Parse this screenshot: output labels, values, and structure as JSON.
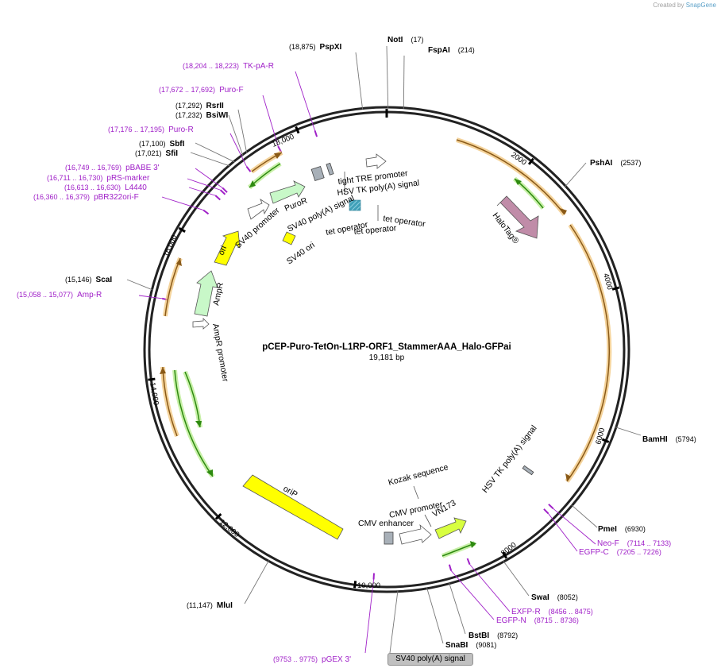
{
  "credit": {
    "prefix": "Created by",
    "brand": "SnapGene"
  },
  "plasmid": {
    "name": "pCEP-Puro-TetOn-L1RP-ORF1_StammerAAA_Halo-GFPai",
    "length_label": "19,181 bp"
  },
  "ticks": [
    "2000",
    "4000",
    "6000",
    "8000",
    "10,000",
    "12,000",
    "14,000",
    "16,000",
    "18,000"
  ],
  "sites": [
    {
      "name": "PspXI",
      "pos": "(18,875)"
    },
    {
      "name": "NotI",
      "pos": "(17)"
    },
    {
      "name": "FspAI",
      "pos": "(214)"
    },
    {
      "name": "PshAI",
      "pos": "(2537)"
    },
    {
      "name": "BamHI",
      "pos": "(5794)"
    },
    {
      "name": "PmeI",
      "pos": "(6930)"
    },
    {
      "name": "SwaI",
      "pos": "(8052)"
    },
    {
      "name": "BstBI",
      "pos": "(8792)"
    },
    {
      "name": "SnaBI",
      "pos": "(9081)"
    },
    {
      "name": "MluI",
      "pos": "(11,147)"
    },
    {
      "name": "ScaI",
      "pos": "(15,146)"
    },
    {
      "name": "SfiI",
      "pos": "(17,021)"
    },
    {
      "name": "SbfI",
      "pos": "(17,100)"
    },
    {
      "name": "BsiWI",
      "pos": "(17,232)"
    },
    {
      "name": "RsrII",
      "pos": "(17,292)"
    }
  ],
  "primers": [
    {
      "name": "TK-pA-R",
      "pos": "(18,204 .. 18,223)"
    },
    {
      "name": "Puro-F",
      "pos": "(17,672 .. 17,692)"
    },
    {
      "name": "Puro-R",
      "pos": "(17,176 .. 17,195)"
    },
    {
      "name": "pBABE 3'",
      "pos": "(16,749 .. 16,769)"
    },
    {
      "name": "pRS-marker",
      "pos": "(16,711 .. 16,730)"
    },
    {
      "name": "L4440",
      "pos": "(16,613 .. 16,630)"
    },
    {
      "name": "pBR322ori-F",
      "pos": "(16,360 .. 16,379)"
    },
    {
      "name": "Amp-R",
      "pos": "(15,058 .. 15,077)"
    },
    {
      "name": "Neo-F",
      "pos": "(7114 .. 7133)"
    },
    {
      "name": "EGFP-C",
      "pos": "(7205 .. 7226)"
    },
    {
      "name": "EXFP-R",
      "pos": "(8456 .. 8475)"
    },
    {
      "name": "EGFP-N",
      "pos": "(8715 .. 8736)"
    },
    {
      "name": "pGEX 3'",
      "pos": "(9753 .. 9775)"
    }
  ],
  "features": {
    "tight_tre": "tight TRE promoter",
    "hsv_tk_top": "HSV TK poly(A) signal",
    "tet_op1": "tet operator",
    "tet_op2": "tet operator",
    "tet_op3": "tet operator",
    "halotag": "HaloTag®",
    "puror": "PuroR",
    "sv40_polya_inner": "SV40 poly(A) signal",
    "sv40_promoter": "SV40 promoter",
    "sv40_ori": "SV40 ori",
    "ori": "ori",
    "ampr": "AmpR",
    "ampr_promoter": "AmpR promoter",
    "orip": "oriP",
    "kozak": "Kozak sequence",
    "cmv_promoter": "CMV promoter",
    "cmv_enhancer": "CMV enhancer",
    "vn173": "VN173",
    "hsv_tk_right": "HSV TK poly(A) signal",
    "sv40_polya_badge": "SV40 poly(A) signal"
  },
  "colors": {
    "backbone": "#222222",
    "orf_fill": "#f0c070",
    "orf_line": "#b07828",
    "primer_line": "#2e9a10",
    "primer_halo": "#c8f0a8",
    "primer_label": "#a020c8",
    "halotag": "#c08ca8",
    "yellow": "#ffff00",
    "ampr": "#c8f8c8",
    "gray": "#a0a8b0",
    "teal": "#40a0b8"
  }
}
